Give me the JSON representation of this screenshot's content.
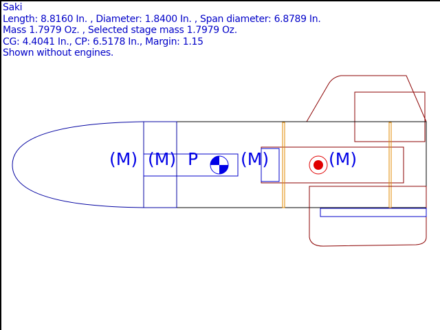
{
  "info": {
    "name": "Saki",
    "line1": "Length: 8.8160 In. , Diameter: 1.8400 In. , Span diameter: 6.8789 In.",
    "line2": "Mass 1.7979 Oz. , Selected stage mass 1.7979 Oz.",
    "line3": "CG: 4.4041 In., CP: 6.5178 In., Margin: 1.15",
    "line4": "Shown without engines."
  },
  "labels": {
    "mass1": "(M)",
    "mass2": "(M)",
    "parachute": "P",
    "mass3": "(M)",
    "mass4": "(M)"
  },
  "colors": {
    "text": "#0000c8",
    "component": "#0000c8",
    "fin": "#8b0000",
    "band": "#e08a00",
    "cp": "#e00000"
  }
}
